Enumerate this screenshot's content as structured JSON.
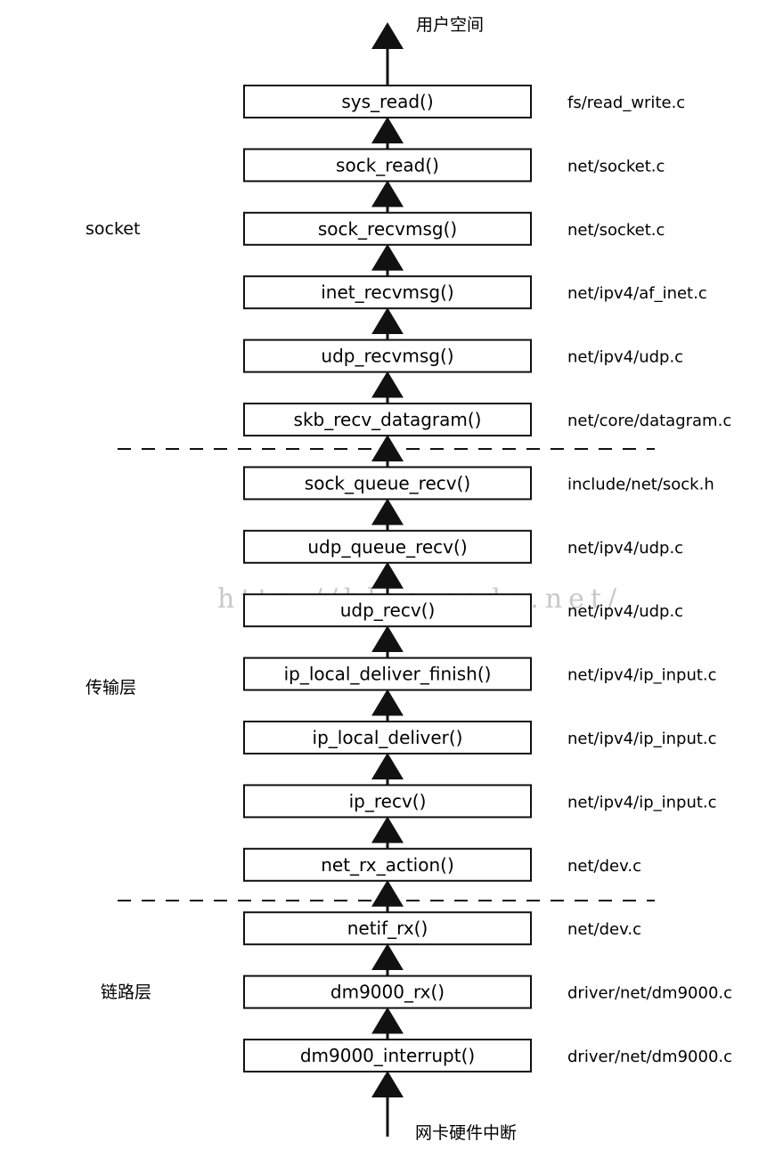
{
  "top_label": "用户空间",
  "bottom_label": "网卡硬件中断",
  "watermark": "http://blog.csdn.net/",
  "layers": [
    {
      "name": "socket"
    },
    {
      "name": "传输层"
    },
    {
      "name": "链路层"
    }
  ],
  "functions": [
    {
      "name": "sys_read()",
      "file": "fs/read_write.c"
    },
    {
      "name": "sock_read()",
      "file": "net/socket.c"
    },
    {
      "name": "sock_recvmsg()",
      "file": "net/socket.c"
    },
    {
      "name": "inet_recvmsg()",
      "file": "net/ipv4/af_inet.c"
    },
    {
      "name": "udp_recvmsg()",
      "file": "net/ipv4/udp.c"
    },
    {
      "name": "skb_recv_datagram()",
      "file": "net/core/datagram.c"
    },
    {
      "name": "sock_queue_recv()",
      "file": "include/net/sock.h"
    },
    {
      "name": "udp_queue_recv()",
      "file": "net/ipv4/udp.c"
    },
    {
      "name": "udp_recv()",
      "file": "net/ipv4/udp.c"
    },
    {
      "name": "ip_local_deliver_finish()",
      "file": "net/ipv4/ip_input.c"
    },
    {
      "name": "ip_local_deliver()",
      "file": "net/ipv4/ip_input.c"
    },
    {
      "name": "ip_recv()",
      "file": "net/ipv4/ip_input.c"
    },
    {
      "name": "net_rx_action()",
      "file": "net/dev.c"
    },
    {
      "name": "netif_rx()",
      "file": "net/dev.c"
    },
    {
      "name": "dm9000_rx()",
      "file": "driver/net/dm9000.c"
    },
    {
      "name": "dm9000_interrupt()",
      "file": "driver/net/dm9000.c"
    }
  ]
}
